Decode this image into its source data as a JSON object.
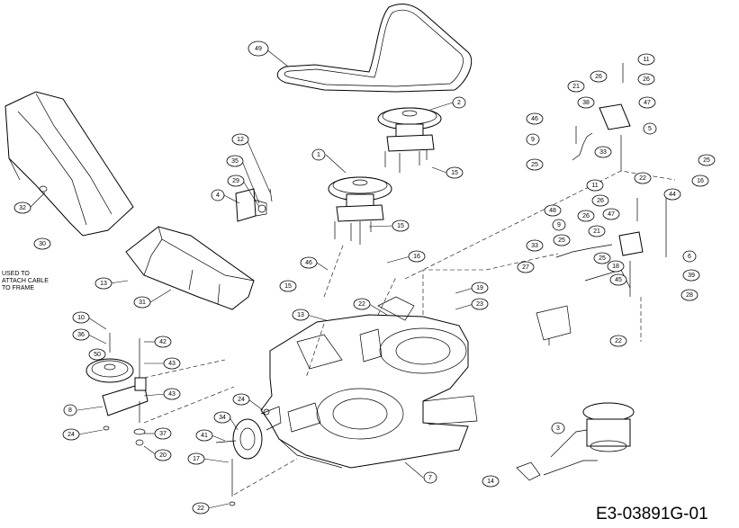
{
  "drawing_code": "E3-03891G-01",
  "note_lines": [
    "USED TO",
    "ATTACH CABLE",
    "TO FRAME"
  ],
  "callouts": [
    {
      "id": "c49",
      "label": "49"
    },
    {
      "id": "c2",
      "label": "2"
    },
    {
      "id": "c1",
      "label": "1"
    },
    {
      "id": "c15a",
      "label": "15"
    },
    {
      "id": "c15b",
      "label": "15"
    },
    {
      "id": "c15c",
      "label": "15"
    },
    {
      "id": "c12",
      "label": "12"
    },
    {
      "id": "c35",
      "label": "35"
    },
    {
      "id": "c29",
      "label": "29"
    },
    {
      "id": "c4",
      "label": "4"
    },
    {
      "id": "c32",
      "label": "32"
    },
    {
      "id": "c30",
      "label": "30"
    },
    {
      "id": "c13a",
      "label": "13"
    },
    {
      "id": "c31",
      "label": "31"
    },
    {
      "id": "c46a",
      "label": "46"
    },
    {
      "id": "c13b",
      "label": "13"
    },
    {
      "id": "c22a",
      "label": "22"
    },
    {
      "id": "c16a",
      "label": "16"
    },
    {
      "id": "c19",
      "label": "19"
    },
    {
      "id": "c23",
      "label": "23"
    },
    {
      "id": "c10",
      "label": "10"
    },
    {
      "id": "c36",
      "label": "36"
    },
    {
      "id": "c42",
      "label": "42"
    },
    {
      "id": "c50",
      "label": "50"
    },
    {
      "id": "c43a",
      "label": "43"
    },
    {
      "id": "c43b",
      "label": "43"
    },
    {
      "id": "c8",
      "label": "8"
    },
    {
      "id": "c24a",
      "label": "24"
    },
    {
      "id": "c37",
      "label": "37"
    },
    {
      "id": "c20",
      "label": "20"
    },
    {
      "id": "c24b",
      "label": "24"
    },
    {
      "id": "c34",
      "label": "34"
    },
    {
      "id": "c41",
      "label": "41"
    },
    {
      "id": "c17",
      "label": "17"
    },
    {
      "id": "c22b",
      "label": "22"
    },
    {
      "id": "c7",
      "label": "7"
    },
    {
      "id": "c11a",
      "label": "11"
    },
    {
      "id": "c26a",
      "label": "26"
    },
    {
      "id": "c21a",
      "label": "21"
    },
    {
      "id": "c26b",
      "label": "26"
    },
    {
      "id": "c38",
      "label": "38"
    },
    {
      "id": "c47a",
      "label": "47"
    },
    {
      "id": "c46b",
      "label": "46"
    },
    {
      "id": "c5",
      "label": "5"
    },
    {
      "id": "c9a",
      "label": "9"
    },
    {
      "id": "c33a",
      "label": "33"
    },
    {
      "id": "c25a",
      "label": "25"
    },
    {
      "id": "c22c",
      "label": "22"
    },
    {
      "id": "c25b",
      "label": "25"
    },
    {
      "id": "c16b",
      "label": "16"
    },
    {
      "id": "c44",
      "label": "44"
    },
    {
      "id": "c11b",
      "label": "11"
    },
    {
      "id": "c26c",
      "label": "26"
    },
    {
      "id": "c48",
      "label": "48"
    },
    {
      "id": "c26d",
      "label": "26"
    },
    {
      "id": "c47b",
      "label": "47"
    },
    {
      "id": "c9b",
      "label": "9"
    },
    {
      "id": "c21b",
      "label": "21"
    },
    {
      "id": "c25c",
      "label": "25"
    },
    {
      "id": "c33b",
      "label": "33"
    },
    {
      "id": "c25d",
      "label": "25"
    },
    {
      "id": "c6",
      "label": "6"
    },
    {
      "id": "c27",
      "label": "27"
    },
    {
      "id": "c18",
      "label": "18"
    },
    {
      "id": "c39",
      "label": "39"
    },
    {
      "id": "c45",
      "label": "45"
    },
    {
      "id": "c28",
      "label": "28"
    },
    {
      "id": "c22d",
      "label": "22"
    },
    {
      "id": "c3",
      "label": "3"
    },
    {
      "id": "c14",
      "label": "14"
    }
  ]
}
